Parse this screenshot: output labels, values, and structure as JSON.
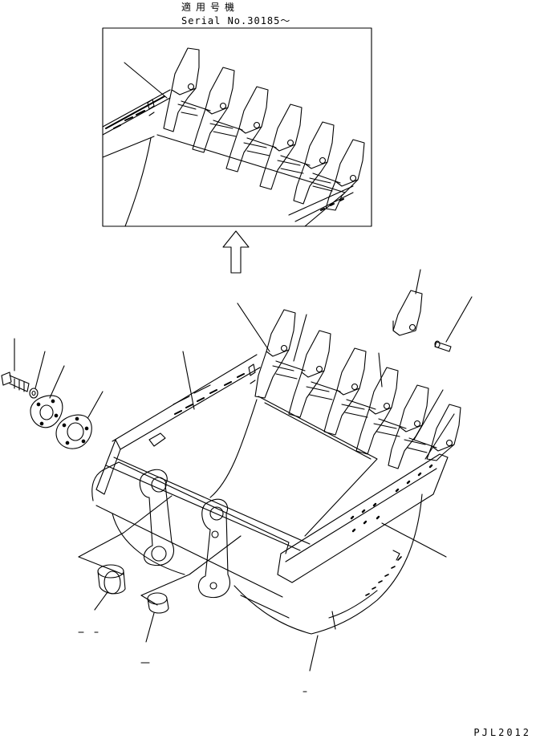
{
  "header": {
    "applicable_models_jp": "適用号機",
    "serial_range": "Serial No.30185～"
  },
  "footer": {
    "drawing_code": "PJL2012"
  },
  "colors": {
    "ink": "#000000",
    "paper": "#ffffff"
  },
  "icons": {
    "view_arrow": "up-arrow-icon"
  }
}
